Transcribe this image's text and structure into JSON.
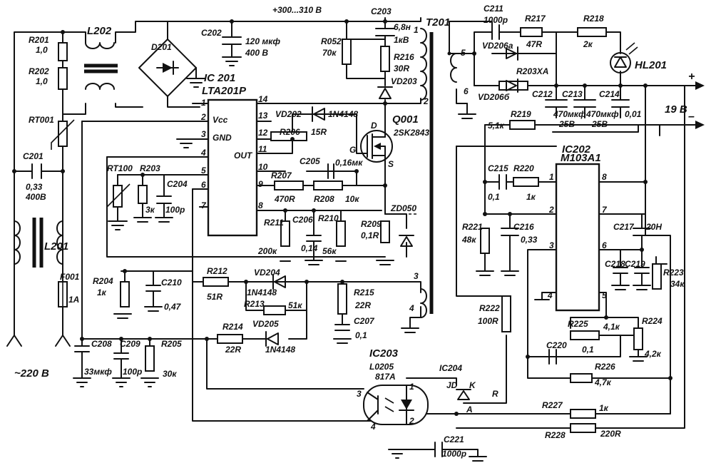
{
  "power": {
    "bus_voltage": "+300...310 В",
    "mains": "~220 В",
    "output_voltage": "19 В",
    "output_plus": "+",
    "output_minus": "–"
  },
  "components": {
    "r201": [
      "R201",
      "1,0"
    ],
    "r202": [
      "R202",
      "1,0"
    ],
    "rt001": "RT001",
    "c201": [
      "C201",
      "0,33",
      "400В"
    ],
    "l201": "L201",
    "f001": [
      "F001",
      "1A"
    ],
    "l202": "L202",
    "d201": "D201",
    "c202": [
      "C202",
      "120 мкф",
      "400 В"
    ],
    "r052": [
      "R052",
      "70к"
    ],
    "c203": [
      "C203",
      "6,8н",
      "1кВ"
    ],
    "r216": [
      "R216",
      "30R"
    ],
    "vd203": "VD203",
    "t201": "T201",
    "ic201": [
      "IC 201",
      "LTA201P"
    ],
    "ic201_pins": [
      "Vcc",
      "GND",
      "OUT"
    ],
    "vd202": [
      "VD202",
      "1N4148"
    ],
    "r206": [
      "R206",
      "15R"
    ],
    "q001": [
      "Q001",
      "2SK2843"
    ],
    "q001_pins": [
      "D",
      "G",
      "S"
    ],
    "c205": [
      "C205",
      "0,16мк"
    ],
    "r207": [
      "R207",
      "470R"
    ],
    "r208": [
      "R208",
      "10к"
    ],
    "rt100": "RT100",
    "r203": [
      "R203",
      "3к"
    ],
    "c204": [
      "C204",
      "100p"
    ],
    "r211": [
      "R211",
      "200к"
    ],
    "c206": [
      "C206",
      "0,14"
    ],
    "r210": [
      "R210",
      "56к"
    ],
    "r209": [
      "R209",
      "0,1R"
    ],
    "zd050": "ZD050",
    "r204": [
      "R204",
      "1к"
    ],
    "c210": [
      "C210",
      "0,47"
    ],
    "r212": [
      "R212",
      "51R"
    ],
    "vd204": [
      "VD204",
      "1N4148"
    ],
    "r213": [
      "R213",
      "51к"
    ],
    "r214": [
      "R214",
      "22R"
    ],
    "vd205": [
      "VD205",
      "1N4148"
    ],
    "r215": [
      "R215",
      "22R"
    ],
    "c207": [
      "C207",
      "0,1"
    ],
    "c208": [
      "C208",
      "33мкф"
    ],
    "c209": [
      "C209",
      "100p"
    ],
    "r205": [
      "R205",
      "30к"
    ],
    "ic203": [
      "IC203",
      "L0205",
      "817A"
    ],
    "ic204": "IC204",
    "ic204_pins": [
      "JD",
      "K",
      "R",
      "A"
    ],
    "c221": [
      "C221",
      "1000p"
    ],
    "c211": [
      "C211",
      "1000p"
    ],
    "r217": [
      "R217",
      "47R"
    ],
    "vd206a": "VD206а",
    "vd206b": "VD206б",
    "r203xa": "R203ХА",
    "r218": [
      "R218",
      "2к"
    ],
    "hl201": "HL201",
    "c212": [
      "C212",
      "470мкф",
      "25В"
    ],
    "c213": [
      "C213",
      "470мкф",
      "25В"
    ],
    "c214": [
      "C214",
      "0,01"
    ],
    "r219": [
      "R219",
      "5,1к"
    ],
    "ic202": [
      "IC202",
      "M103A1"
    ],
    "c215": [
      "C215",
      "0,1"
    ],
    "r220": [
      "R220",
      "1к"
    ],
    "r221": [
      "R221",
      "48к"
    ],
    "c216": [
      "C216",
      "0,33"
    ],
    "c217": [
      "C217",
      "20Н"
    ],
    "c218": "C218",
    "c219": "C219",
    "r223": [
      "R223",
      "34к"
    ],
    "r222": [
      "R222",
      "100R"
    ],
    "r224": [
      "R224",
      "4,2к"
    ],
    "r225": [
      "R225",
      "4,1к"
    ],
    "c220": [
      "C220",
      "0,1"
    ],
    "r226": [
      "R226",
      "4,7к"
    ],
    "r227": [
      "R227",
      "1к"
    ],
    "r228": [
      "R228",
      "220R"
    ]
  },
  "pins": [
    "1",
    "2",
    "3",
    "4",
    "5",
    "6",
    "7",
    "8",
    "9",
    "10",
    "11",
    "12",
    "13",
    "14"
  ],
  "colors": {
    "ink": "#111111",
    "paper": "#ffffff"
  }
}
